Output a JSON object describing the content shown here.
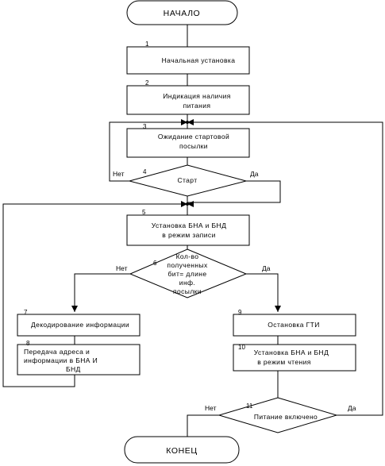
{
  "terminals": {
    "start": "НАЧАЛО",
    "end": "КОНЕЦ"
  },
  "blocks": [
    {
      "num": "1",
      "lines": [
        "Начальная установка"
      ]
    },
    {
      "num": "2",
      "lines": [
        "Индикация наличия",
        "питания"
      ]
    },
    {
      "num": "3",
      "lines": [
        "Ожидание стартовой",
        "посылки"
      ]
    },
    {
      "num": "5",
      "lines": [
        "Установка БНА и БНД",
        "в режим записи"
      ]
    },
    {
      "num": "7",
      "lines": [
        "Декодирование информации"
      ]
    },
    {
      "num": "8",
      "lines": [
        "Передача адреса и",
        "информации в БНА И",
        "БНД"
      ]
    },
    {
      "num": "9",
      "lines": [
        "Остановка ГТИ"
      ]
    },
    {
      "num": "10",
      "lines": [
        "Установка БНА и БНД",
        "в режим чтения"
      ]
    }
  ],
  "decisions": [
    {
      "num": "4",
      "lines": [
        "Старт"
      ],
      "no": "Нет",
      "yes": "Да"
    },
    {
      "num": "6",
      "lines": [
        "Кол-во",
        "полученных",
        "бит= длине",
        "инф.",
        "посылки"
      ],
      "no": "Нет",
      "yes": "Да"
    },
    {
      "num": "11",
      "lines": [
        "Питание включено"
      ],
      "no": "Нет",
      "yes": "Да"
    }
  ]
}
